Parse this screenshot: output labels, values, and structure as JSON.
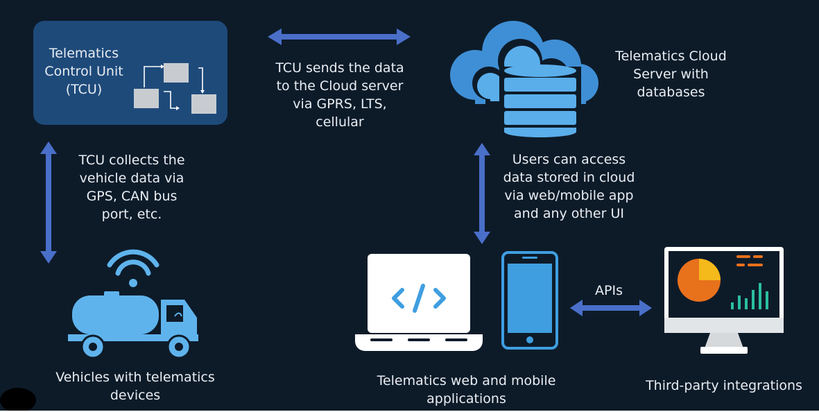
{
  "tcu": {
    "title_lines": [
      "Telematics",
      "Control Unit",
      "(TCU)"
    ]
  },
  "cloud": {
    "label_lines": [
      "Telematics Cloud",
      "Server with",
      "databases"
    ]
  },
  "send_text": {
    "lines": [
      "TCU sends the data",
      "to the Cloud server",
      "via GPRS, LTS,",
      "cellular"
    ]
  },
  "collect_text": {
    "lines": [
      "TCU collects the",
      "vehicle data via",
      "GPS, CAN bus",
      "port, etc."
    ]
  },
  "access_text": {
    "lines": [
      "Users can access",
      "data stored in cloud",
      "via web/mobile app",
      "and any other UI"
    ]
  },
  "vehicles": {
    "label_lines": [
      "Vehicles with telematics",
      "devices"
    ]
  },
  "apps": {
    "label_lines": [
      "Telematics web and mobile",
      "applications"
    ]
  },
  "apis": {
    "label": "APIs"
  },
  "third_party": {
    "label": "Third-party integrations"
  },
  "colors": {
    "background": "#0d1b29",
    "tcu_box": "#1e4a7a",
    "arrow": "#4a6fc9",
    "icon_blue": "#3f9ee0",
    "icon_light": "#5fb3ec",
    "icon_dark_blue": "#3570c4",
    "pie_orange": "#e8711c",
    "pie_yellow": "#f4b91a",
    "bars_green": "#2bbf9e"
  }
}
